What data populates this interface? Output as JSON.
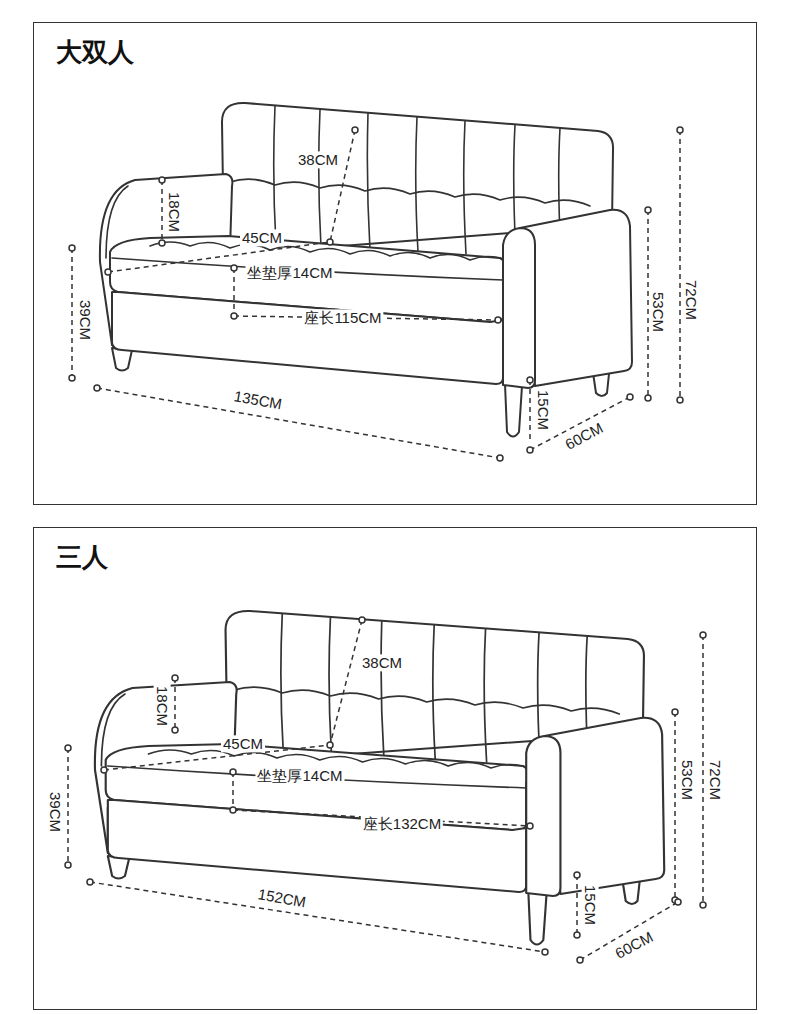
{
  "diagram": {
    "nodes": [
      {
        "text": [
          "大双人"
        ]
      },
      {
        "text": [
          "三人"
        ]
      }
    ],
    "labels": [
      "38CM",
      "18CM",
      "45CM",
      "坐垫厚14CM",
      "39CM",
      "座长115CM",
      "53CM",
      "72CM",
      "135CM",
      "15CM",
      "60CM",
      "38CM",
      "18CM",
      "45CM",
      "坐垫厚14CM",
      "39CM",
      "座长132CM",
      "53CM",
      "72CM",
      "152CM",
      "15CM",
      "60CM"
    ]
  }
}
